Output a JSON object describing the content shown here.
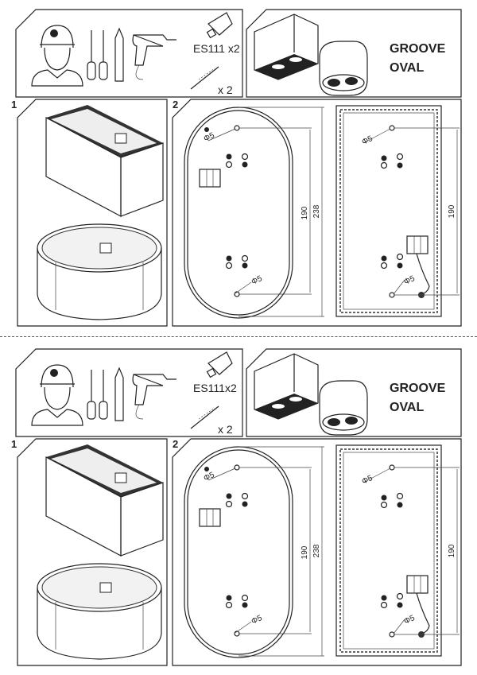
{
  "sections": [
    {
      "tools": {
        "bulb_label": "ES111 x2",
        "anchor_qty": "x 2"
      },
      "product": {
        "name_line1": "GROOVE",
        "name_line2": "OVAL"
      },
      "step1": {
        "number": "1"
      },
      "step2": {
        "number": "2",
        "oval": {
          "hole_label_top": "Φ5",
          "hole_label_bottom": "Φ5",
          "dim_inner": "190",
          "dim_outer": "238"
        },
        "rect": {
          "hole_label_top": "Φ5",
          "hole_label_bottom": "Φ5",
          "dim_inner": "190"
        }
      }
    },
    {
      "tools": {
        "bulb_label": "ES111x2",
        "anchor_qty": "x 2"
      },
      "product": {
        "name_line1": "GROOVE",
        "name_line2": "OVAL"
      },
      "step1": {
        "number": "1"
      },
      "step2": {
        "number": "2",
        "oval": {
          "hole_label_top": "Φ5",
          "hole_label_bottom": "Φ5",
          "dim_inner": "190",
          "dim_outer": "238"
        },
        "rect": {
          "hole_label_top": "Φ5",
          "hole_label_bottom": "Φ5",
          "dim_inner": "190"
        }
      }
    }
  ]
}
